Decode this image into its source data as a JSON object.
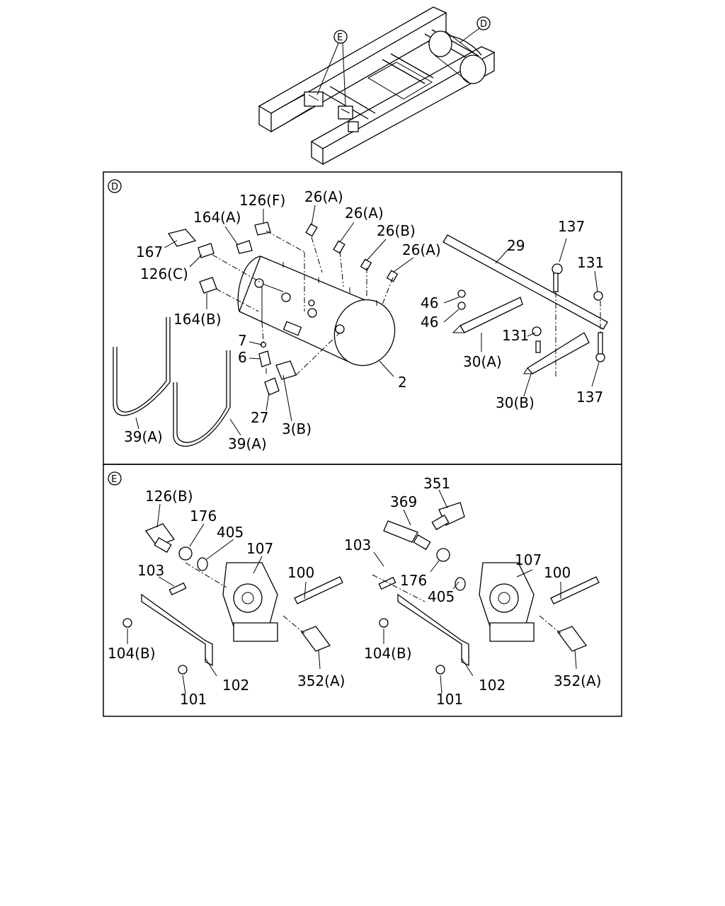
{
  "overview": {
    "callout_e": "E",
    "callout_d": "D"
  },
  "panel_d": {
    "tag": "D",
    "labels": {
      "l126f": "126(F)",
      "l26a_1": "26(A)",
      "l26a_2": "26(A)",
      "l26b": "26(B)",
      "l26a_3": "26(A)",
      "l164a": "164(A)",
      "l167": "167",
      "l126c": "126(C)",
      "l164b": "164(B)",
      "l7": "7",
      "l6": "6",
      "l27": "27",
      "l3b": "3(B)",
      "l2": "2",
      "l39a_1": "39(A)",
      "l39a_2": "39(A)",
      "l29": "29",
      "l137_1": "137",
      "l131_1": "131",
      "l46_1": "46",
      "l46_2": "46",
      "l131_2": "131",
      "l30a": "30(A)",
      "l30b": "30(B)",
      "l137_2": "137"
    }
  },
  "panel_e": {
    "tag": "E",
    "left": {
      "l126b": "126(B)",
      "l176": "176",
      "l405": "405",
      "l107": "107",
      "l103": "103",
      "l100": "100",
      "l104b": "104(B)",
      "l102": "102",
      "l101": "101",
      "l352a": "352(A)"
    },
    "right": {
      "l351": "351",
      "l369": "369",
      "l103": "103",
      "l176": "176",
      "l405": "405",
      "l107": "107",
      "l100": "100",
      "l104b": "104(B)",
      "l102": "102",
      "l101": "101",
      "l352a": "352(A)"
    }
  }
}
